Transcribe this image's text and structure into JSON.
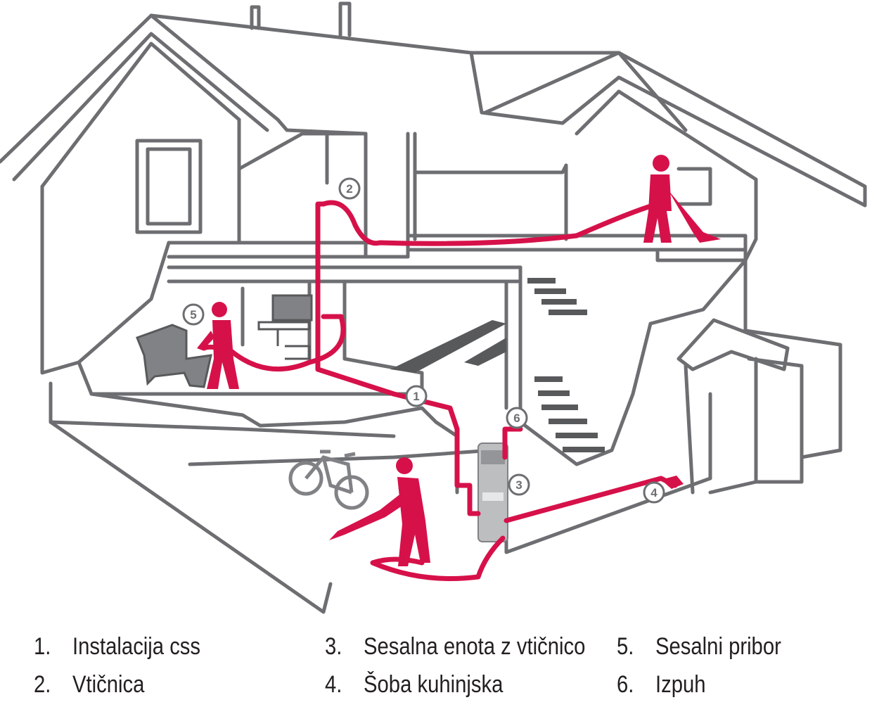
{
  "colors": {
    "outline": "#6d6e71",
    "accent": "#d6114a",
    "furniture": "#808285",
    "stairs": "#58595b",
    "background": "#ffffff",
    "text": "#231f20"
  },
  "callouts": [
    "1",
    "2",
    "3",
    "4",
    "5",
    "6"
  ],
  "legend": [
    {
      "number": "1.",
      "label": "Instalacija css"
    },
    {
      "number": "2.",
      "label": "Vtičnica"
    },
    {
      "number": "3.",
      "label": "Sesalna enota z vtičnico"
    },
    {
      "number": "4.",
      "label": "Šoba kuhinjska"
    },
    {
      "number": "5.",
      "label": "Sesalni pribor"
    },
    {
      "number": "6.",
      "label": "Izpuh"
    }
  ]
}
